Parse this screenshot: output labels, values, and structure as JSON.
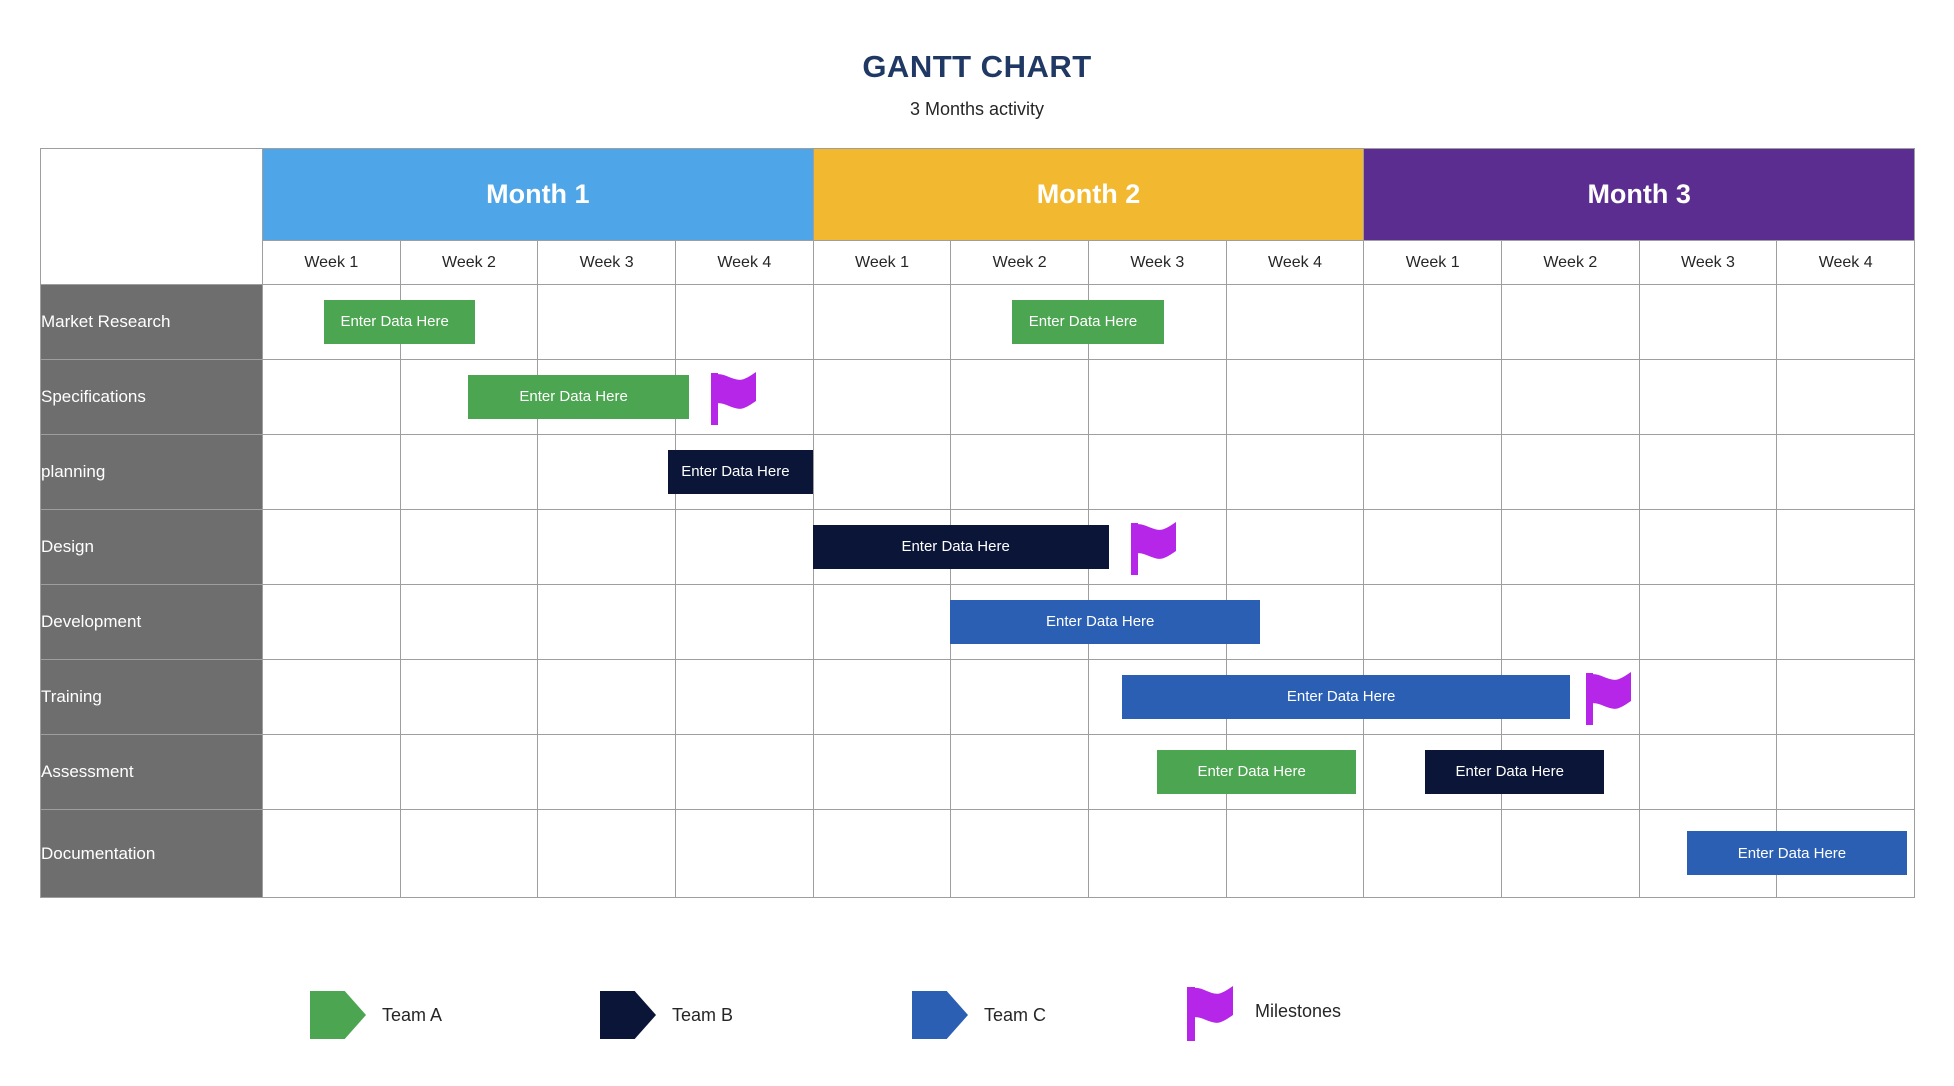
{
  "header": {
    "title": "GANTT CHART",
    "subtitle": "3 Months activity"
  },
  "colors": {
    "title": "#1F3864",
    "month1": "#4EA6E8",
    "month2": "#F2B830",
    "month3": "#5B2D90",
    "task_column": "#6E6E6E",
    "team_a": "#4CA551",
    "team_b": "#0B1538",
    "team_c": "#2A5FB4",
    "milestone": "#B526E8",
    "grid_line": "#9e9e9e"
  },
  "table": {
    "corner_label": "",
    "months": [
      {
        "label": "Month 1",
        "color": "#4EA6E8",
        "weeks": [
          "Week 1",
          "Week 2",
          "Week 3",
          "Week 4"
        ]
      },
      {
        "label": "Month 2",
        "color": "#F2B830",
        "weeks": [
          "Week 1",
          "Week 2",
          "Week 3",
          "Week 4"
        ]
      },
      {
        "label": "Month 3",
        "color": "#5B2D90",
        "weeks": [
          "Week 1",
          "Week 2",
          "Week 3",
          "Week 4"
        ]
      }
    ],
    "week_labels": [
      "Week 1",
      "Week 2",
      "Week 3",
      "Week 4",
      "Week 1",
      "Week 2",
      "Week 3",
      "Week 4",
      "Week 1",
      "Week 2",
      "Week 3",
      "Week 4"
    ],
    "tasks": [
      "Market Research",
      "Specifications",
      "planning",
      "Design",
      "Development",
      "Training",
      "Assessment",
      "Documentation"
    ]
  },
  "bar_label": "Enter Data Here",
  "legend": {
    "items": [
      {
        "label": "Team A",
        "type": "arrow",
        "color": "#4CA551"
      },
      {
        "label": "Team B",
        "type": "arrow",
        "color": "#0B1538"
      },
      {
        "label": "Team C",
        "type": "arrow",
        "color": "#2A5FB4"
      },
      {
        "label": "Milestones",
        "type": "flag",
        "color": "#B526E8"
      }
    ]
  },
  "chart_data": {
    "type": "bar",
    "title": "GANTT CHART",
    "subtitle": "3 Months activity",
    "xlabel": "",
    "ylabel": "",
    "grid": true,
    "legend_position": "bottom",
    "categories": [
      "Market Research",
      "Specifications",
      "planning",
      "Design",
      "Development",
      "Training",
      "Assessment",
      "Documentation"
    ],
    "x": [
      "M1W1",
      "M1W2",
      "M1W3",
      "M1W4",
      "M2W1",
      "M2W2",
      "M2W3",
      "M2W4",
      "M3W1",
      "M3W2",
      "M3W3",
      "M3W4"
    ],
    "xlim": [
      1,
      13
    ],
    "tasks": [
      {
        "name": "Market Research",
        "bars": [
          {
            "team": "Team A",
            "color": "#4CA551",
            "start_week": 1.45,
            "end_week": 2.55,
            "label": "Enter Data Here"
          },
          {
            "team": "Team A",
            "color": "#4CA551",
            "start_week": 6.45,
            "end_week": 7.55,
            "label": "Enter Data Here"
          }
        ],
        "milestones": []
      },
      {
        "name": "Specifications",
        "bars": [
          {
            "team": "Team A",
            "color": "#4CA551",
            "start_week": 2.5,
            "end_week": 4.1,
            "label": "Enter Data Here"
          }
        ],
        "milestones": [
          {
            "week": 4.25,
            "color": "#B526E8"
          }
        ]
      },
      {
        "name": "planning",
        "bars": [
          {
            "team": "Team B",
            "color": "#0B1538",
            "start_week": 3.95,
            "end_week": 5.0,
            "label": "Enter Data Here"
          }
        ],
        "milestones": []
      },
      {
        "name": "Design",
        "bars": [
          {
            "team": "Team B",
            "color": "#0B1538",
            "start_week": 5.0,
            "end_week": 7.15,
            "label": "Enter Data Here"
          }
        ],
        "milestones": [
          {
            "week": 7.3,
            "color": "#B526E8"
          }
        ]
      },
      {
        "name": "Development",
        "bars": [
          {
            "team": "Team C",
            "color": "#2A5FB4",
            "start_week": 6.0,
            "end_week": 8.25,
            "label": "Enter Data Here"
          }
        ],
        "milestones": []
      },
      {
        "name": "Training",
        "bars": [
          {
            "team": "Team C",
            "color": "#2A5FB4",
            "start_week": 7.25,
            "end_week": 10.5,
            "label": "Enter Data Here"
          }
        ],
        "milestones": [
          {
            "week": 10.6,
            "color": "#B526E8"
          }
        ]
      },
      {
        "name": "Assessment",
        "bars": [
          {
            "team": "Team A",
            "color": "#4CA551",
            "start_week": 7.5,
            "end_week": 8.95,
            "label": "Enter Data Here"
          },
          {
            "team": "Team B",
            "color": "#0B1538",
            "start_week": 9.45,
            "end_week": 10.75,
            "label": "Enter Data Here"
          }
        ],
        "milestones": []
      },
      {
        "name": "Documentation",
        "bars": [
          {
            "team": "Team C",
            "color": "#2A5FB4",
            "start_week": 11.35,
            "end_week": 12.95,
            "label": "Enter Data Here"
          }
        ],
        "milestones": []
      }
    ]
  }
}
